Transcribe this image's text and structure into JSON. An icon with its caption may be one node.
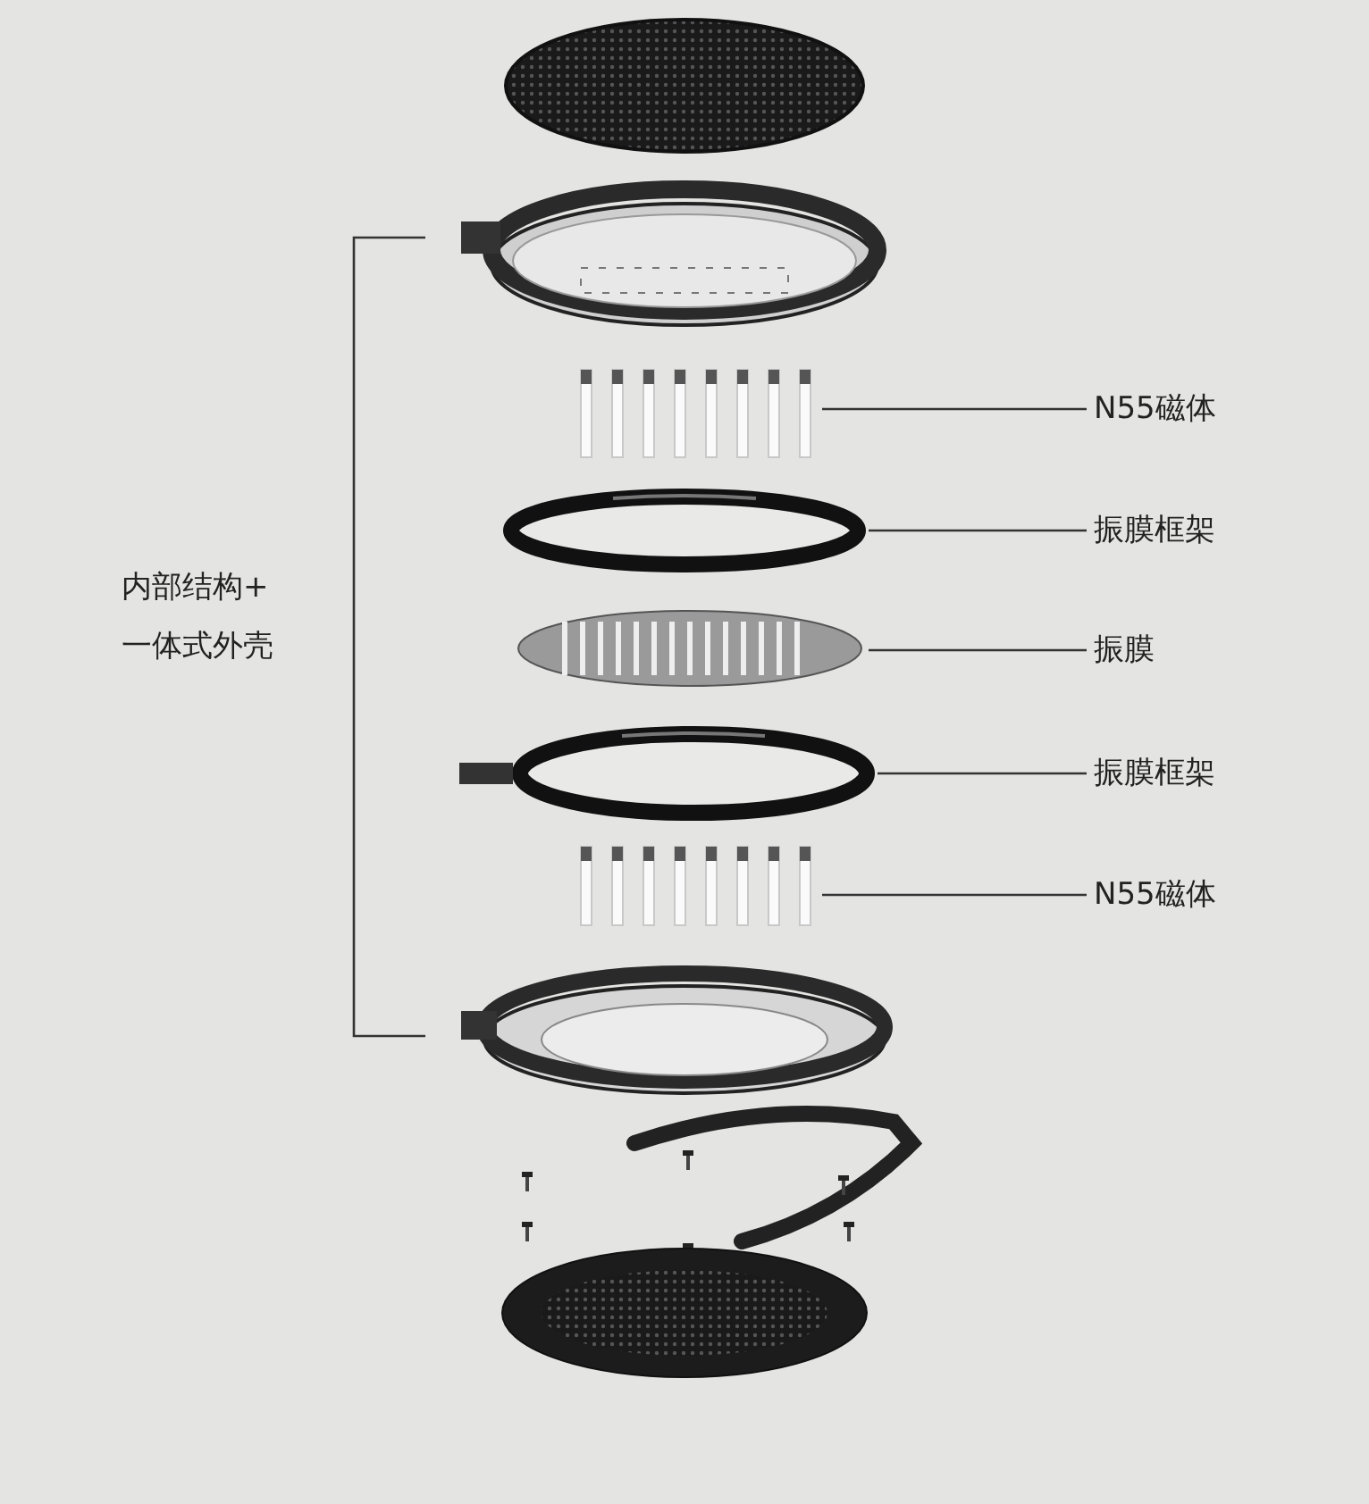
{
  "diagram": {
    "nodes": [
      {
        "text": [
          "N55磁体"
        ]
      },
      {
        "text": [
          "振膜框架"
        ]
      },
      {
        "text": [
          "振膜"
        ]
      },
      {
        "text": [
          "振膜框架"
        ]
      },
      {
        "text": [
          "N55磁体"
        ]
      },
      {
        "text": [],
        "shape": "picture"
      },
      {
        "text": [],
        "shape": "circle"
      },
      {
        "text": [],
        "shape": "picture"
      },
      {
        "text": [],
        "shape": "circle"
      },
      {
        "text": [],
        "shape": "picture"
      }
    ],
    "edges": [
      {
        "from": 0,
        "to": 5,
        "arrow": "none"
      },
      {
        "from": 1,
        "to": 6,
        "arrow": "none"
      },
      {
        "from": 2,
        "to": 7,
        "arrow": "none"
      },
      {
        "from": 3,
        "to": 8,
        "arrow": "none"
      },
      {
        "from": 4,
        "to": 9,
        "arrow": "none"
      }
    ],
    "labels": [
      "内部结构+一体式外壳"
    ]
  }
}
